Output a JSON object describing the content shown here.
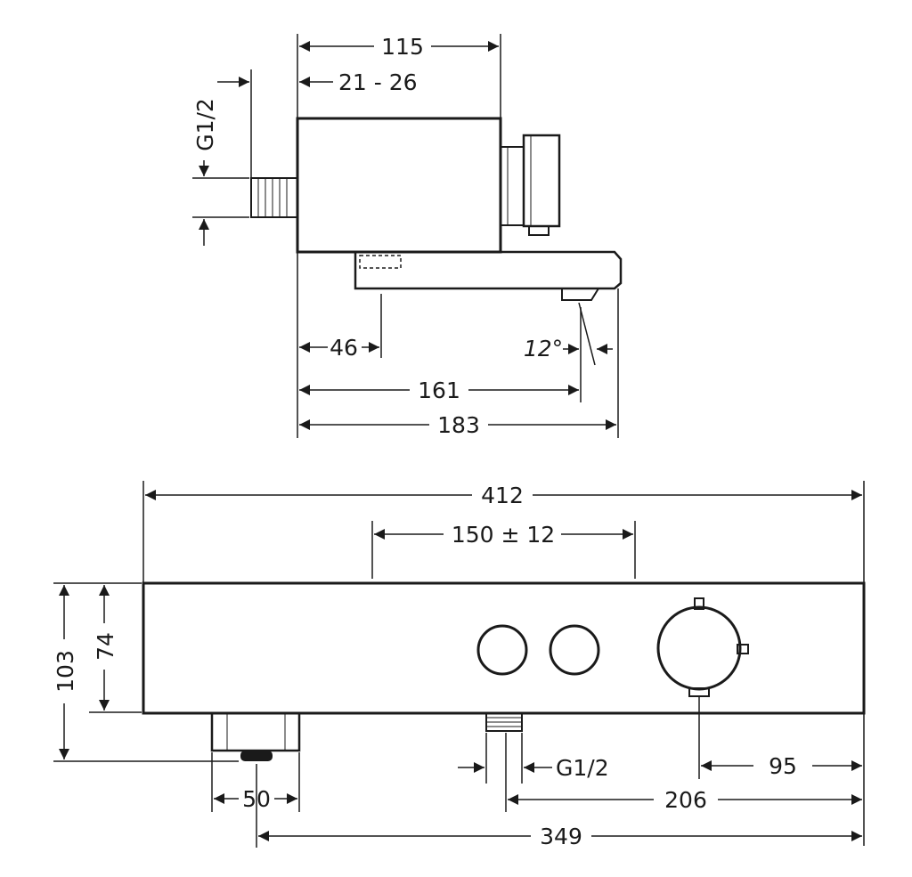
{
  "side_view": {
    "dim_115": "115",
    "dim_21_26": "21 - 26",
    "dim_g12": "G1/2",
    "dim_46": "46",
    "angle_12": "12°",
    "dim_161": "161",
    "dim_183": "183"
  },
  "front_view": {
    "dim_412": "412",
    "dim_150": "150 ± 12",
    "dim_103": "103",
    "dim_74": "74",
    "dim_g12": "G1/2",
    "dim_95": "95",
    "dim_206": "206",
    "dim_50": "50",
    "dim_349": "349"
  },
  "colors": {
    "line": "#1a1a1a",
    "background": "#ffffff"
  }
}
